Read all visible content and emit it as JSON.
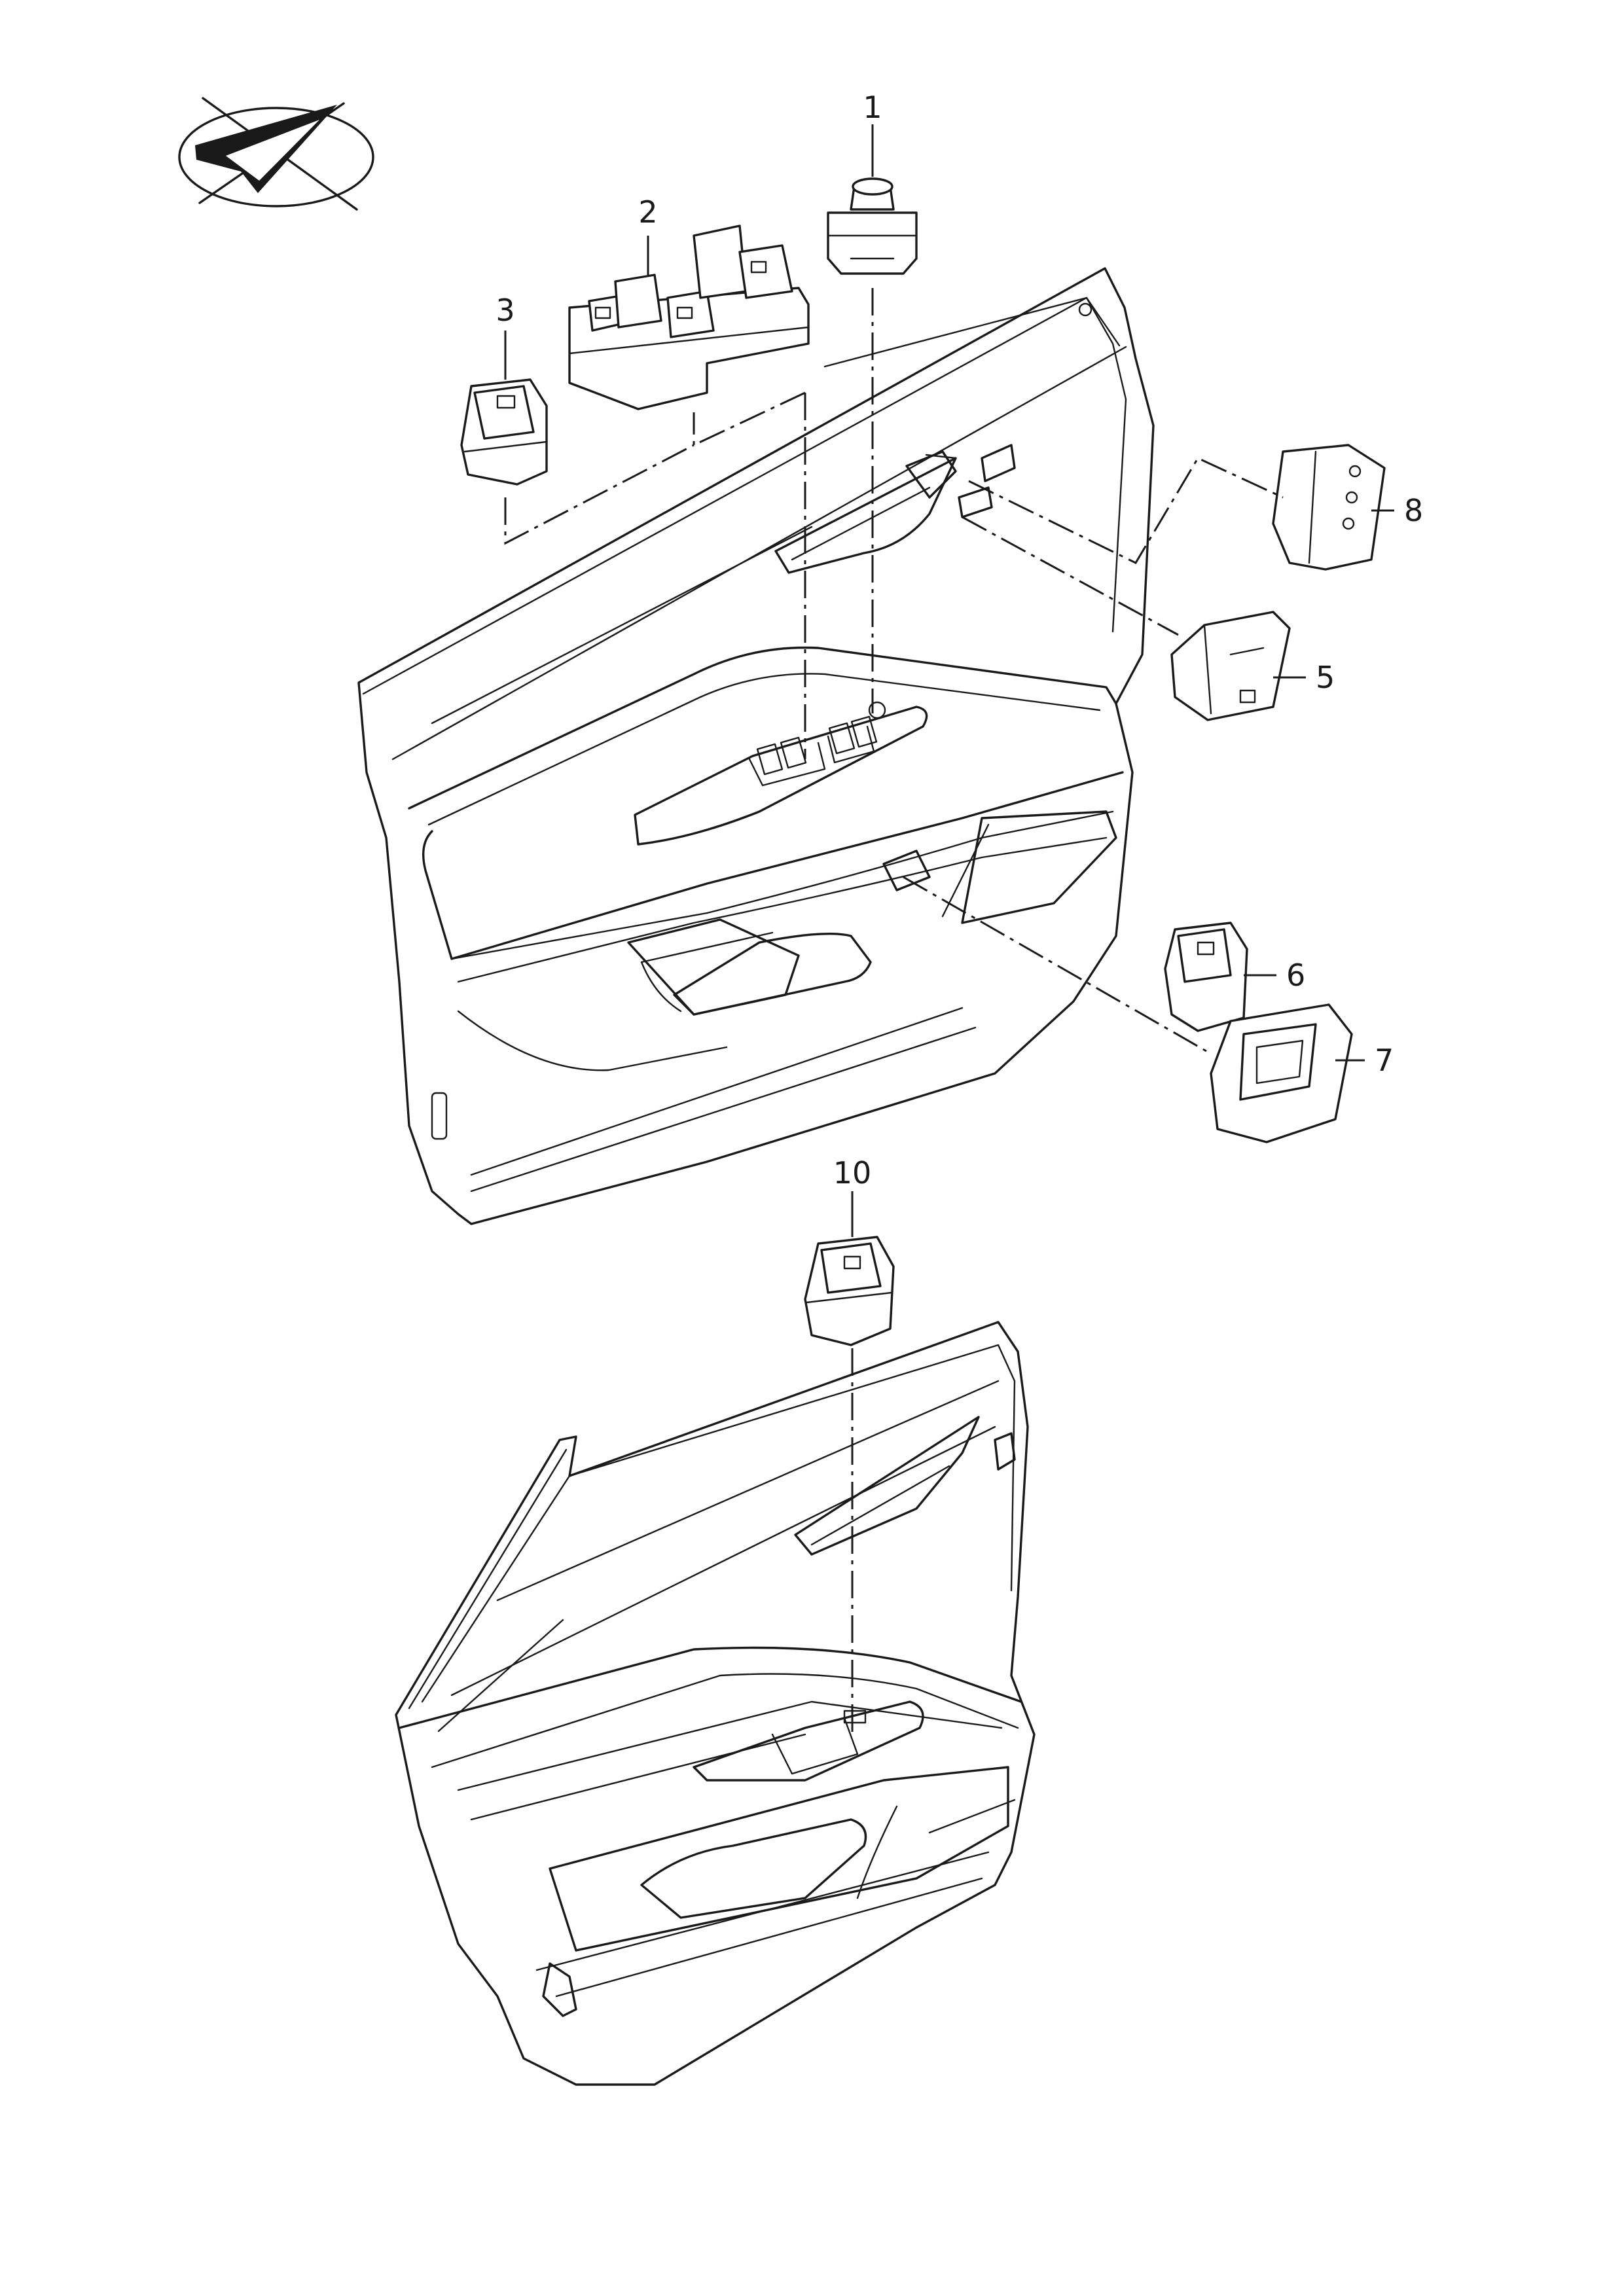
{
  "diagram": {
    "part_numbers": [
      "1",
      "2",
      "3",
      "5",
      "6",
      "7",
      "8",
      "10"
    ]
  }
}
